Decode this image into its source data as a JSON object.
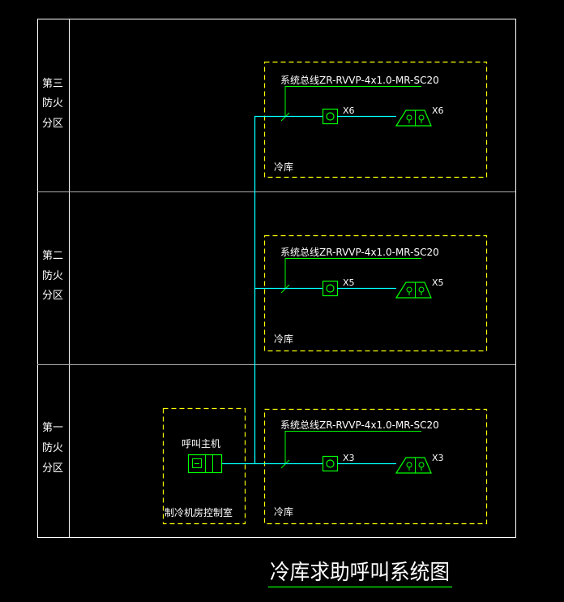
{
  "diagram": {
    "title": "冷库求助呼叫系统图",
    "zones": [
      {
        "label": "第三防火分区",
        "lines": [
          "第三",
          "防火",
          "分区"
        ]
      },
      {
        "label": "第二防火分区",
        "lines": [
          "第二",
          "防火",
          "分区"
        ]
      },
      {
        "label": "第一防火分区",
        "lines": [
          "第一",
          "防火",
          "分区"
        ]
      }
    ],
    "cold_rooms": [
      {
        "cable": "系统总线ZR-RVVP-4x1.0-MR-SC20",
        "button_tag": "X6",
        "alarm_tag": "X6",
        "room_label": "冷库"
      },
      {
        "cable": "系统总线ZR-RVVP-4x1.0-MR-SC20",
        "button_tag": "X5",
        "alarm_tag": "X5",
        "room_label": "冷库"
      },
      {
        "cable": "系统总线ZR-RVVP-4x1.0-MR-SC20",
        "button_tag": "X3",
        "alarm_tag": "X3",
        "room_label": "冷库"
      }
    ],
    "control_room": {
      "host_label": "呼叫主机",
      "room_label": "制冷机房控制室"
    },
    "colors": {
      "background": "#000000",
      "frame": "#ffffff",
      "dashed_box": "#ffff00",
      "bus_line": "#00ffff",
      "device": "#00ff00",
      "text": "#ffffff"
    }
  }
}
